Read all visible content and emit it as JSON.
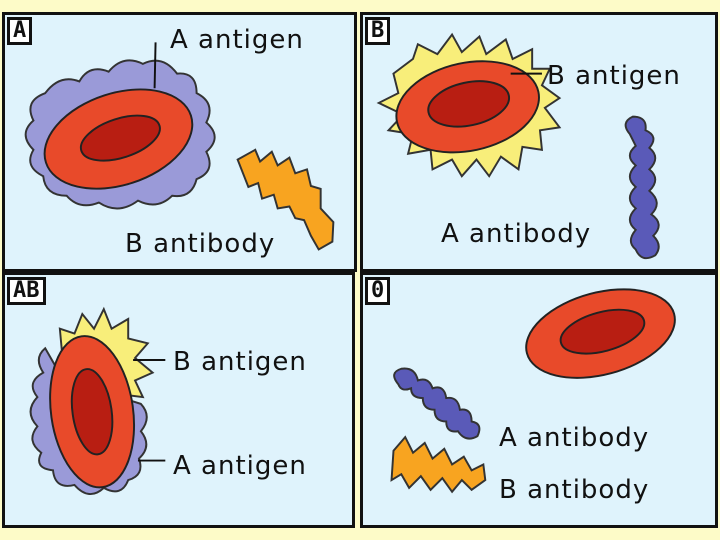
{
  "panels": {
    "a": {
      "tag": "A",
      "antigen_label": "A antigen",
      "antibody_label": "B antibody"
    },
    "b": {
      "tag": "B",
      "antigen_label": "B antigen",
      "antibody_label": "A antibody"
    },
    "ab": {
      "tag": "AB",
      "b_antigen_label": "B antigen",
      "a_antigen_label": "A antigen"
    },
    "o": {
      "tag": "0",
      "a_antibody_label": "A antibody",
      "b_antibody_label": "B antibody"
    }
  },
  "colors": {
    "cell": "#e84a2a",
    "nucleus": "#b81e12",
    "a_antigen": "#9a9ad8",
    "b_antigen": "#f8ee7a",
    "a_antibody": "#5a5ab8",
    "b_antibody": "#f8a420",
    "panel_bg": "#dff3fc"
  }
}
